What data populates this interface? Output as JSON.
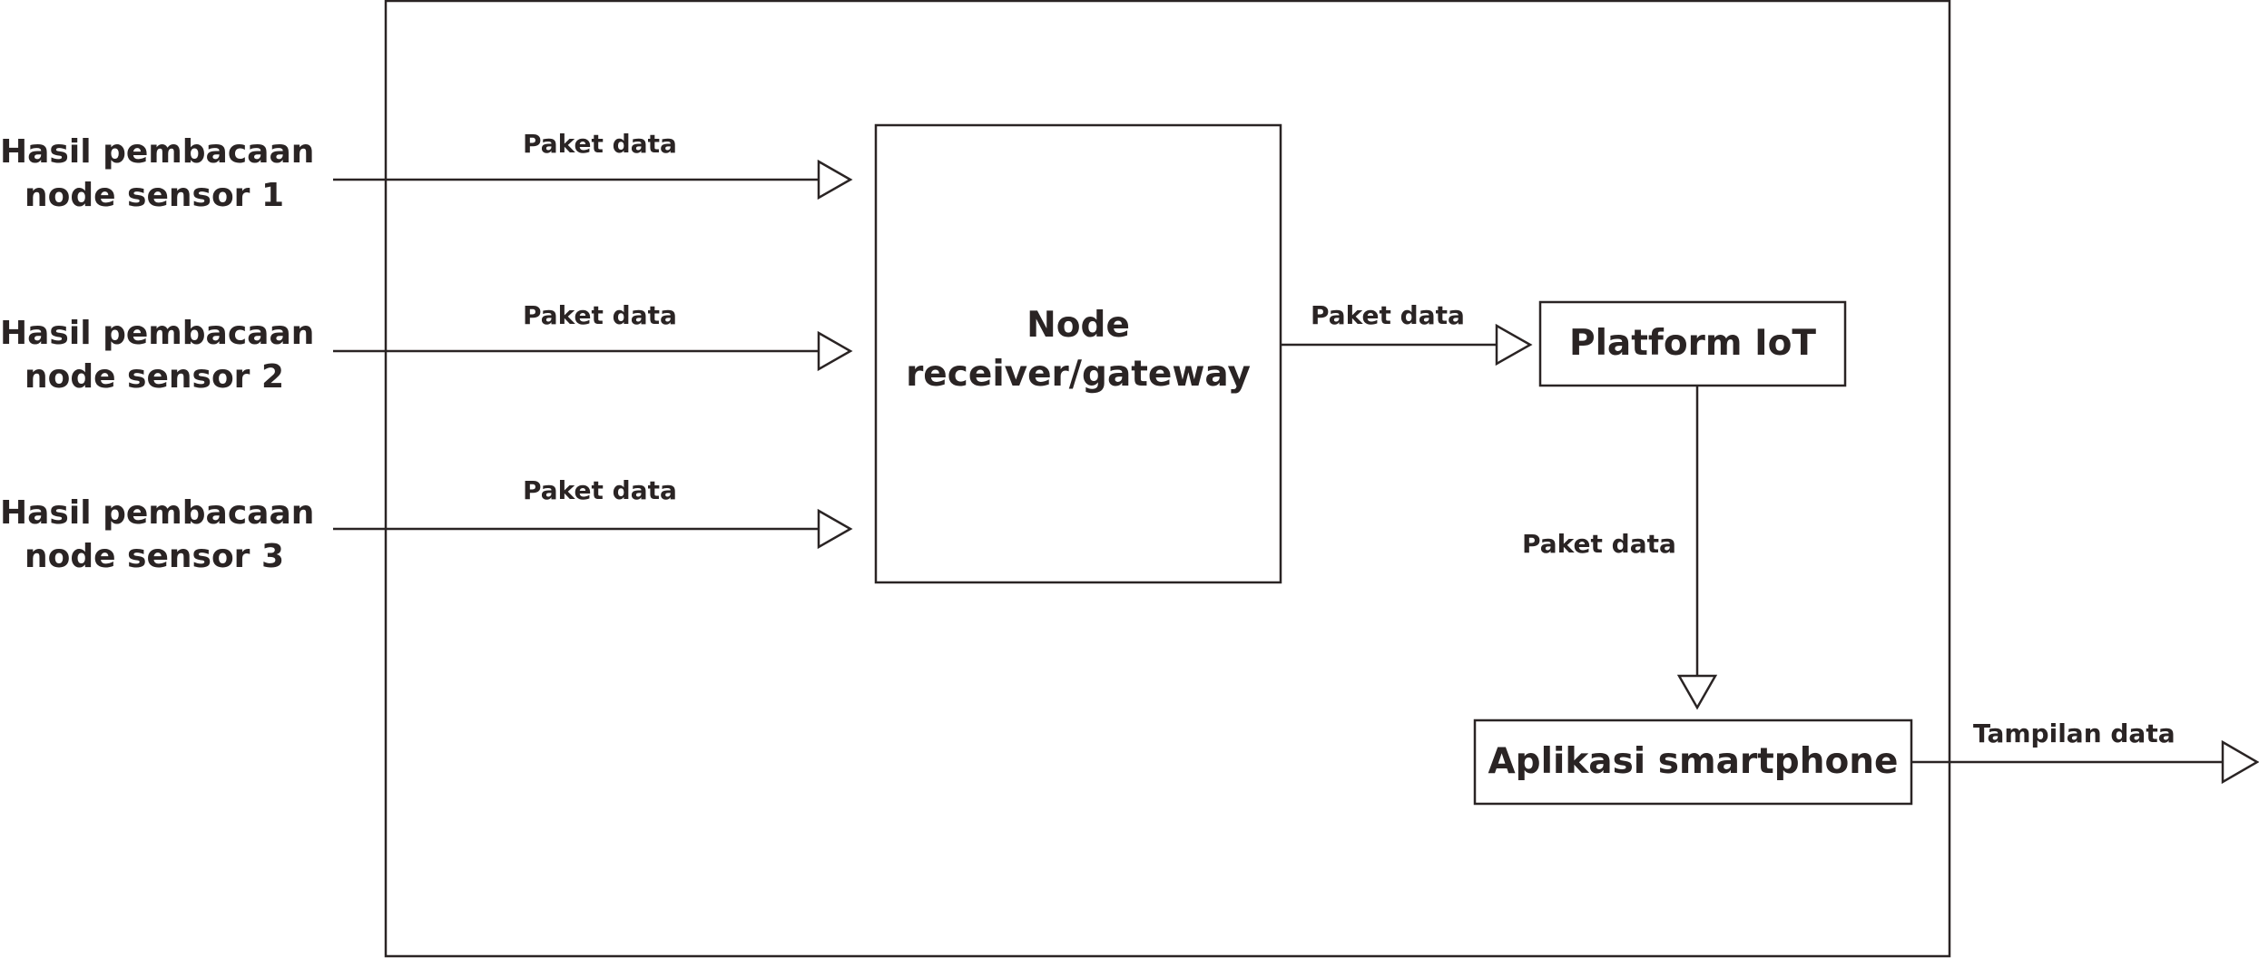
{
  "inputs": [
    {
      "line1": "Hasil pembacaan",
      "line2": "node sensor 1"
    },
    {
      "line1": "Hasil pembacaan",
      "line2": "node sensor 2"
    },
    {
      "line1": "Hasil pembacaan",
      "line2": "node sensor 3"
    }
  ],
  "edges": {
    "sensor1_to_gateway": "Paket data",
    "sensor2_to_gateway": "Paket data",
    "sensor3_to_gateway": "Paket data",
    "gateway_to_platform": "Paket data",
    "platform_to_app": "Paket data",
    "app_output": "Tampilan data"
  },
  "nodes": {
    "gateway": {
      "line1": "Node",
      "line2": "receiver/gateway"
    },
    "platform": "Platform IoT",
    "app": "Aplikasi smartphone"
  },
  "colors": {
    "stroke": "#2a2424",
    "background": "#ffffff"
  }
}
